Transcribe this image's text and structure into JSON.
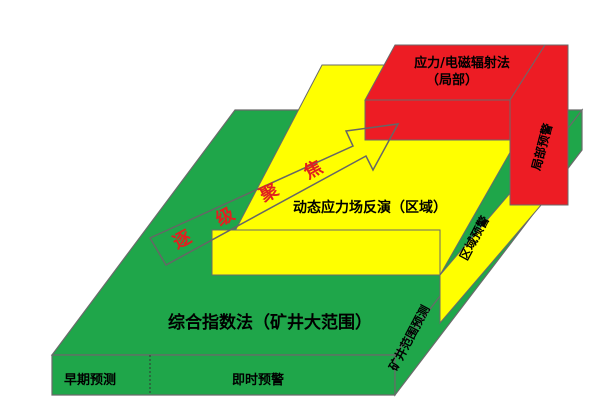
{
  "colors": {
    "green": "#1fa64a",
    "yellow": "#ffff00",
    "red": "#ed1c24",
    "arrow_text": "#e02020",
    "edge": "#6a6a6a"
  },
  "layers": {
    "green": {
      "top_label": "综合指数法（矿井大范围）",
      "side_label": "矿井范围预测",
      "front_left_label": "早期预测",
      "front_right_label": "即时预警"
    },
    "yellow": {
      "top_label": "动态应力场反演（区域）",
      "side_label": "区域预警"
    },
    "red": {
      "top_label_line1": "应力/电磁辐射法",
      "top_label_line2": "（局部）",
      "side_label": "局部预警"
    }
  },
  "arrow": {
    "chars": [
      "逐",
      "级",
      "聚",
      "焦"
    ]
  }
}
